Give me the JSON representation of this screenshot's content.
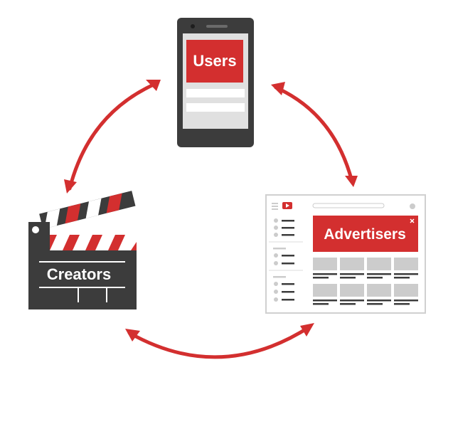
{
  "nodes": {
    "users": {
      "label": "Users"
    },
    "creators": {
      "label": "Creators"
    },
    "advertisers": {
      "label": "Advertisers"
    }
  },
  "colors": {
    "accent_red": "#d32f2f",
    "dark_gray": "#3c3c3c",
    "light_gray": "#e0e0e0",
    "placeholder_gray": "#cccccc",
    "white": "#ffffff"
  },
  "icons": {
    "users": "smartphone-icon",
    "creators": "clapperboard-icon",
    "advertisers": "browser-window-icon",
    "advertiser_ad_close": "close-icon",
    "advertiser_logo": "play-logo-icon"
  },
  "edges": [
    {
      "from": "creators",
      "to": "users",
      "direction": "bidirectional"
    },
    {
      "from": "users",
      "to": "advertisers",
      "direction": "bidirectional"
    },
    {
      "from": "advertisers",
      "to": "creators",
      "direction": "bidirectional"
    }
  ]
}
